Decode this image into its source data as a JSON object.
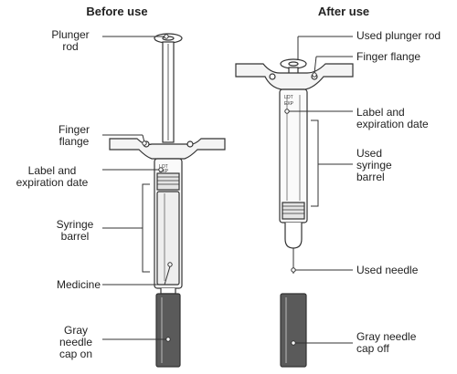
{
  "headings": {
    "before": "Before use",
    "after": "After use"
  },
  "before_labels": {
    "plunger_rod": "Plunger\nrod",
    "finger_flange": "Finger\nflange",
    "label_expiration": "Label and\nexpiration date",
    "syringe_barrel": "Syringe\nbarrel",
    "medicine": "Medicine",
    "needle_cap_on": "Gray\nneedle\ncap on"
  },
  "after_labels": {
    "used_plunger_rod": "Used plunger rod",
    "finger_flange": "Finger flange",
    "label_expiration": "Label and\nexpiration date",
    "used_syringe_barrel": "Used\nsyringe\nbarrel",
    "used_needle": "Used needle",
    "needle_cap_off": "Gray needle\ncap off"
  },
  "syringe_label_marks": {
    "lot": "LOT",
    "exp": "EXP"
  },
  "colors": {
    "line": "#333333",
    "needle_cap": "#5a5a5a",
    "needle_cap_light": "#8a8a8a",
    "flange_fill": "#f4f4f4",
    "barrel_fill": "#fafafa",
    "medicine_fill": "#eeeeee"
  }
}
